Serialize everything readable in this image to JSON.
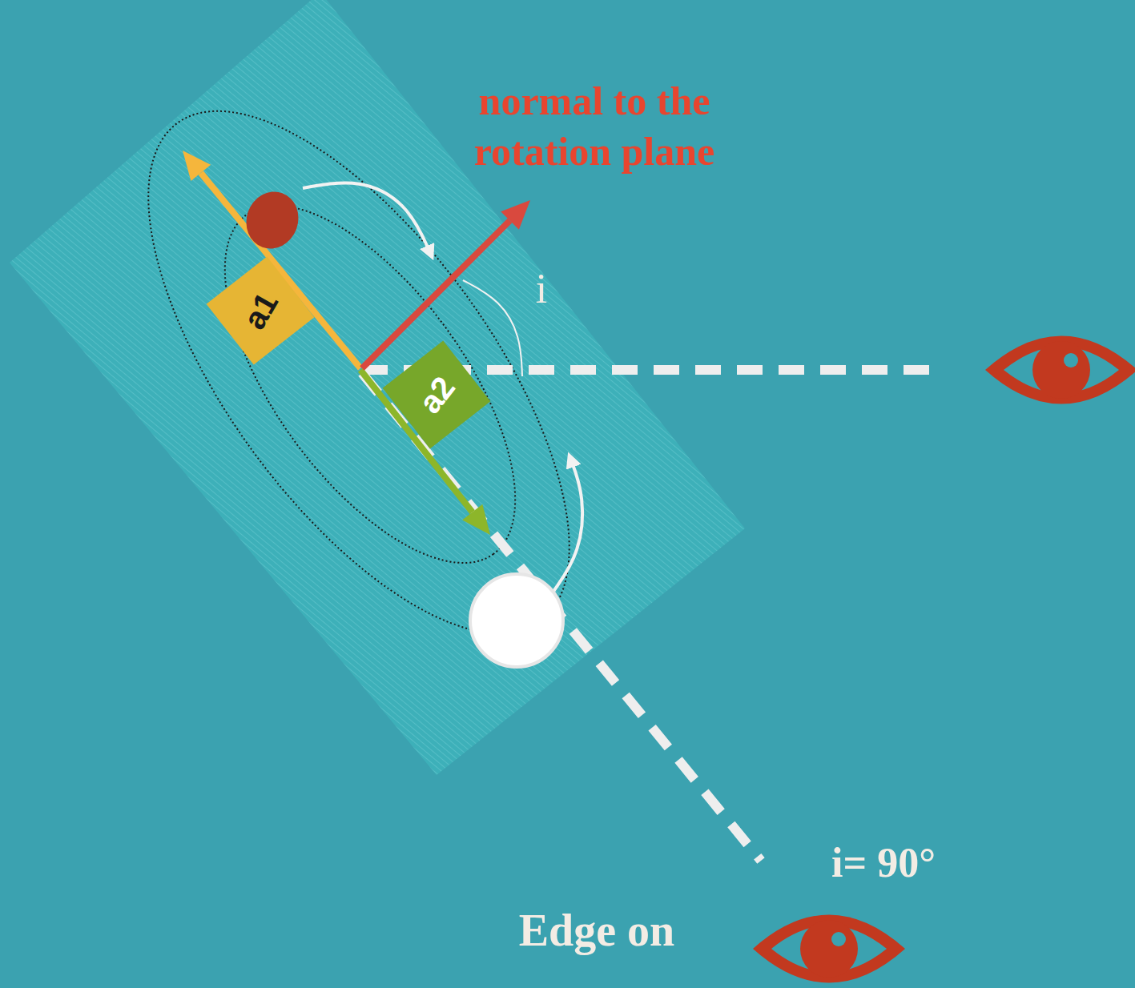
{
  "diagram": {
    "nodes": [
      {
        "text": [
          "a1"
        ]
      },
      {
        "text": [
          "a2"
        ]
      }
    ],
    "labels": [
      "normal to the rotation plane",
      "i",
      "i= 90°",
      "Edge on"
    ]
  }
}
